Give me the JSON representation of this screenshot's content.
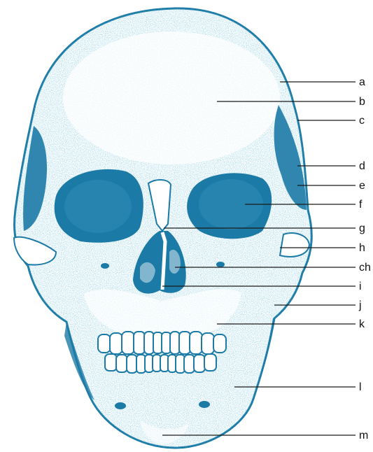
{
  "colors": {
    "bone_ink": "#1c7aa6",
    "bone_light": "#ffffff",
    "leader": "#1a1a1a",
    "label_text": "#111111"
  },
  "labels": [
    "a",
    "b",
    "c",
    "d",
    "e",
    "f",
    "g",
    "h",
    "ch",
    "i",
    "j",
    "k",
    "l",
    "m"
  ]
}
